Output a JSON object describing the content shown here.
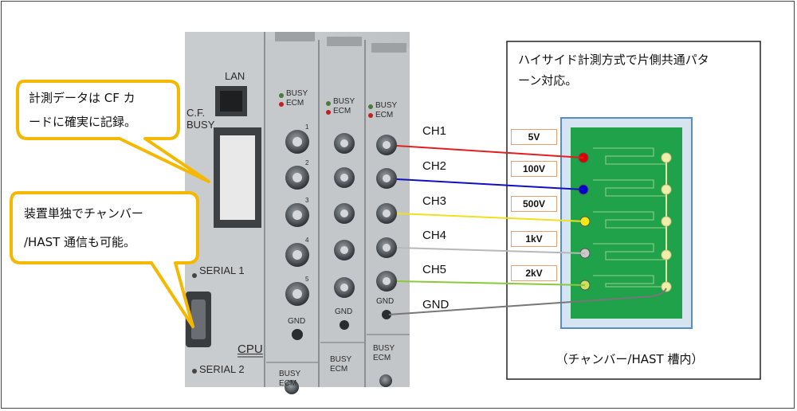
{
  "bubbles": {
    "top": {
      "line1": "計測データは CF カ",
      "line2": "ードに確実に記録。"
    },
    "bottom": {
      "line1": "装置単独でチャンバー",
      "line2": "/HAST 通信も可能。"
    }
  },
  "channels": [
    {
      "label": "CH1",
      "voltage": "5V",
      "color": "#e02020",
      "dot": "#e00000"
    },
    {
      "label": "CH2",
      "voltage": "100V",
      "color": "#1010c0",
      "dot": "#0000cc"
    },
    {
      "label": "CH3",
      "voltage": "500V",
      "color": "#f0e020",
      "dot": "#f2ea10"
    },
    {
      "label": "CH4",
      "voltage": "1kV",
      "color": "#b8b8b8",
      "dot": "#c9c9c9"
    },
    {
      "label": "CH5",
      "voltage": "2kV",
      "color": "#8cc83c",
      "dot": "#cce060"
    }
  ],
  "gnd_label": "GND",
  "right_box": {
    "title_line1": "ハイサイド計測方式で片側共通パタ",
    "title_line2": "ーン対応。",
    "caption": "（チャンバー/HAST 槽内）"
  },
  "device_panel": {
    "lan": "LAN",
    "cf_busy": "C.F.\nBUSY",
    "serial1": "SERIAL 1",
    "serial2": "SERIAL 2",
    "cpu": "CPU",
    "busy": "BUSY",
    "ecm": "ECM",
    "gnd": "GND",
    "connector_numbers": [
      "1",
      "2",
      "3",
      "4",
      "5"
    ]
  }
}
